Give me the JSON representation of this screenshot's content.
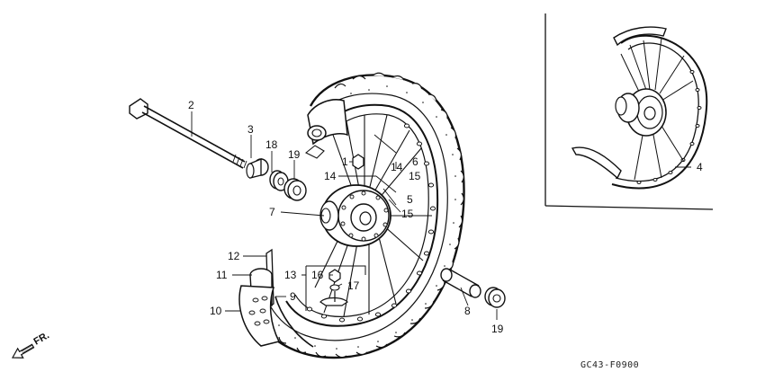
{
  "labels": [
    {
      "id": "1",
      "text": "1"
    },
    {
      "id": "2",
      "text": "2"
    },
    {
      "id": "3",
      "text": "3"
    },
    {
      "id": "4",
      "text": "4"
    },
    {
      "id": "5",
      "text": "5"
    },
    {
      "id": "6",
      "text": "6"
    },
    {
      "id": "7",
      "text": "7"
    },
    {
      "id": "8",
      "text": "8"
    },
    {
      "id": "9",
      "text": "9"
    },
    {
      "id": "10",
      "text": "10"
    },
    {
      "id": "11",
      "text": "11"
    },
    {
      "id": "12",
      "text": "12"
    },
    {
      "id": "13",
      "text": "13"
    },
    {
      "id": "14a",
      "text": "14"
    },
    {
      "id": "14b",
      "text": "14"
    },
    {
      "id": "15a",
      "text": "15"
    },
    {
      "id": "15b",
      "text": "15"
    },
    {
      "id": "16",
      "text": "16"
    },
    {
      "id": "17",
      "text": "17"
    },
    {
      "id": "18",
      "text": "18"
    },
    {
      "id": "19a",
      "text": "19"
    },
    {
      "id": "19b",
      "text": "19"
    }
  ],
  "direction_label": "FR.",
  "diagram_code": "GC43-F0900"
}
